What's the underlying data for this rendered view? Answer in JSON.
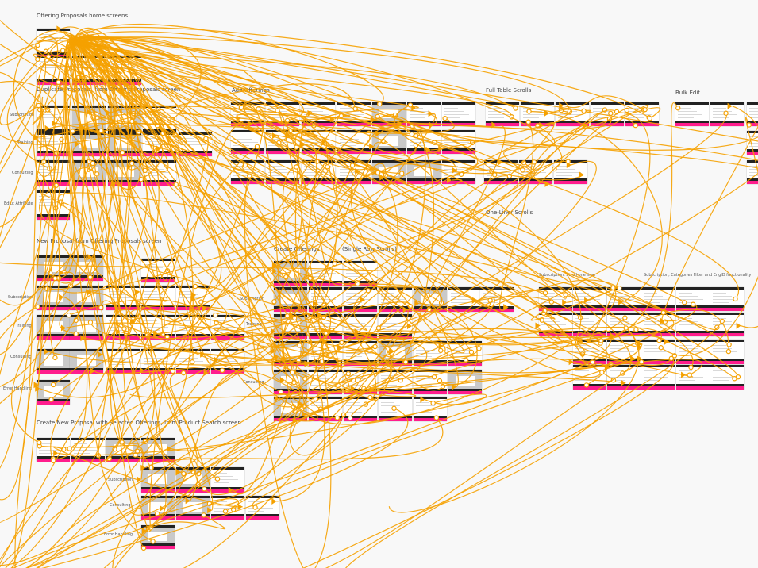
{
  "sections": {
    "home": "Offering Proposals home screens",
    "duplicate": "Duplicate Proposals, from Offering Proposals screen",
    "add_offerings": "Add Offerings",
    "full_table": "Full Table Scrolls",
    "bulk_edit": "Bulk Edit",
    "one_liner": "One-Liner Scrolls",
    "new_proposal": "New Proposal from Offering Proposals screen",
    "create_offerings": "Create Offerings",
    "single_row": "(Single Row Scrolls)",
    "sub_scroll": "Subscription, Scroll one liner",
    "sub_filter": "Subscription, Categories Filter and EngID functionality",
    "product_search": "Create New Proposal with Selected Offerings, from Product Search screen"
  },
  "row_labels": {
    "dup": [
      "Subscription",
      "Training",
      "Consulting",
      "Ediut Attribute"
    ],
    "newp": [
      "Subscription",
      "Training",
      "Consulting",
      "Error Handling"
    ],
    "create": [
      "Subscription",
      "Training",
      "Consulting"
    ],
    "search": [
      "Subscription",
      "Consulting",
      "Error Handling"
    ]
  },
  "colors": {
    "connector": "#f5a100",
    "accent_bar": "#ff1d8d",
    "header_bar": "#222222"
  }
}
